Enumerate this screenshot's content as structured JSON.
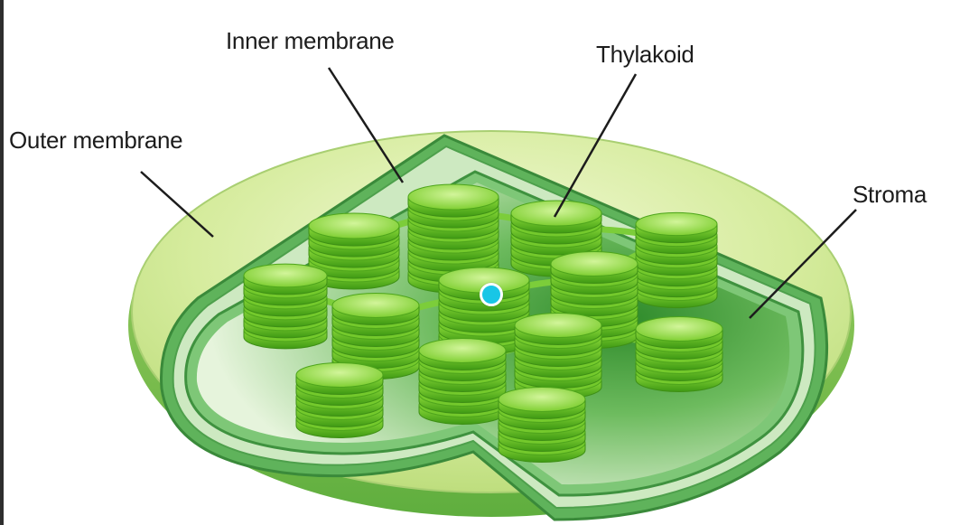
{
  "labels": {
    "outer_membrane": "Outer membrane",
    "inner_membrane": "Inner membrane",
    "thylakoid": "Thylakoid",
    "stroma": "Stroma"
  },
  "colors": {
    "outer_membrane": "#c8e38a",
    "inner_membrane": "#7cc47a",
    "stroma_dark": "#3f9b3a",
    "thylakoid": "#6cc629",
    "pointer": "#18c6e6"
  }
}
